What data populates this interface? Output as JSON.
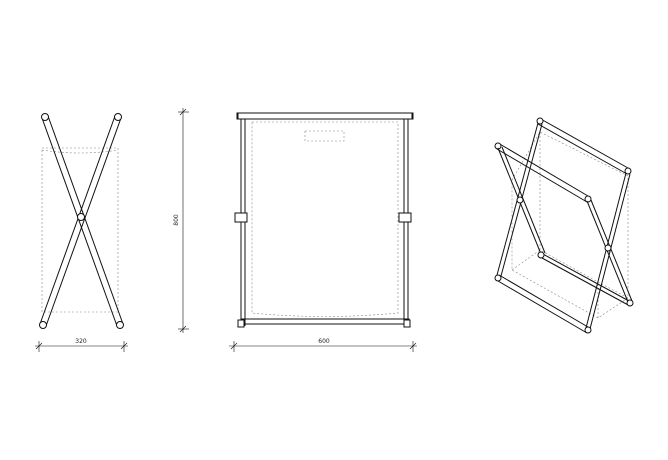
{
  "dimensions": {
    "width_side": "320",
    "height": "800",
    "width_front": "600"
  }
}
